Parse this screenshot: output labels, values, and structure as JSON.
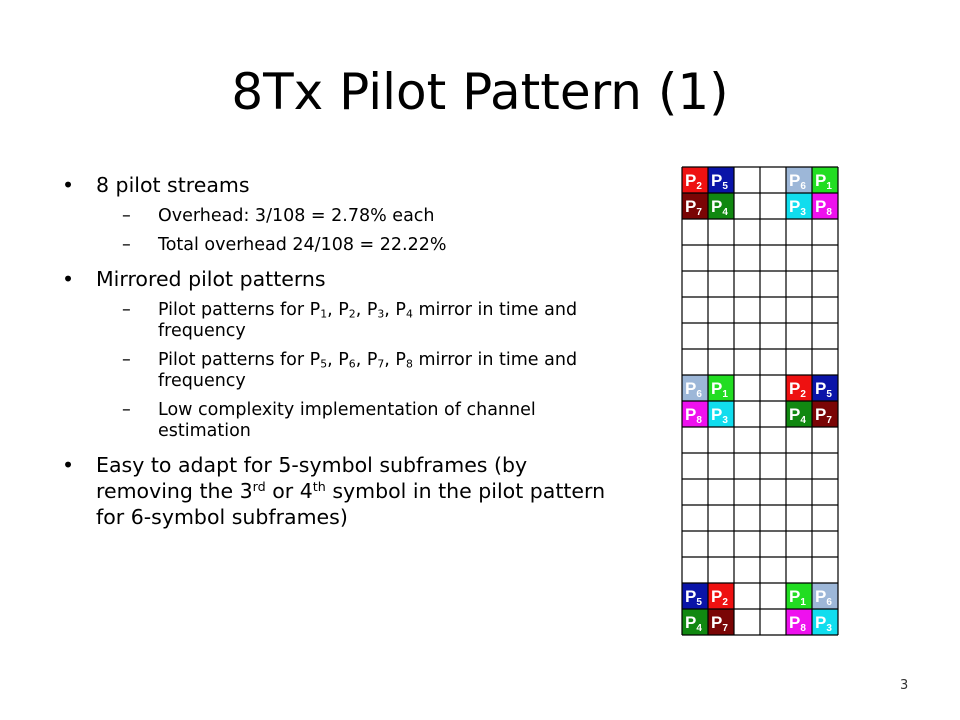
{
  "slide": {
    "title": "8Tx Pilot Pattern (1)",
    "page_number": "3",
    "bullets": [
      {
        "text": "8 pilot streams",
        "sub": [
          "Overhead: 3/108 = 2.78% each",
          "Total overhead 24/108 = 22.22%"
        ]
      },
      {
        "text": "Mirrored pilot patterns",
        "sub": [
          "Pilot patterns for P{1}, P{2}, P{3}, P{4} mirror in time and frequency",
          "Pilot patterns for P{5}, P{6}, P{7}, P{8} mirror in time and frequency",
          "Low complexity implementation of channel estimation"
        ]
      },
      {
        "text": "Easy to adapt for 5-symbol subframes (by removing the 3^{rd} or 4^{th} symbol in the pilot pattern for 6-symbol subframes)",
        "sub": []
      }
    ]
  },
  "pilot_grid": {
    "columns": 6,
    "rows": 18,
    "colors": {
      "P1": "#22dd22",
      "P2": "#ee1111",
      "P3": "#11ddee",
      "P4": "#118811",
      "P5": "#0a14a8",
      "P6": "#9db7d8",
      "P7": "#7a0505",
      "P8": "#ee11ee"
    },
    "cells": [
      {
        "row": 0,
        "col": 0,
        "pilot": "P2",
        "label": "P",
        "sub": "2"
      },
      {
        "row": 0,
        "col": 1,
        "pilot": "P5",
        "label": "P",
        "sub": "5"
      },
      {
        "row": 0,
        "col": 4,
        "pilot": "P6",
        "label": "P",
        "sub": "6"
      },
      {
        "row": 0,
        "col": 5,
        "pilot": "P1",
        "label": "P",
        "sub": "1"
      },
      {
        "row": 1,
        "col": 0,
        "pilot": "P7",
        "label": "P",
        "sub": "7"
      },
      {
        "row": 1,
        "col": 1,
        "pilot": "P4",
        "label": "P",
        "sub": "4"
      },
      {
        "row": 1,
        "col": 4,
        "pilot": "P3",
        "label": "P",
        "sub": "3"
      },
      {
        "row": 1,
        "col": 5,
        "pilot": "P8",
        "label": "P",
        "sub": "8"
      },
      {
        "row": 8,
        "col": 0,
        "pilot": "P6",
        "label": "P",
        "sub": "6"
      },
      {
        "row": 8,
        "col": 1,
        "pilot": "P1",
        "label": "P",
        "sub": "1"
      },
      {
        "row": 8,
        "col": 4,
        "pilot": "P2",
        "label": "P",
        "sub": "2"
      },
      {
        "row": 8,
        "col": 5,
        "pilot": "P5",
        "label": "P",
        "sub": "5"
      },
      {
        "row": 9,
        "col": 0,
        "pilot": "P8",
        "label": "P",
        "sub": "8"
      },
      {
        "row": 9,
        "col": 1,
        "pilot": "P3",
        "label": "P",
        "sub": "3"
      },
      {
        "row": 9,
        "col": 4,
        "pilot": "P4",
        "label": "P",
        "sub": "4"
      },
      {
        "row": 9,
        "col": 5,
        "pilot": "P7",
        "label": "P",
        "sub": "7"
      },
      {
        "row": 16,
        "col": 0,
        "pilot": "P5",
        "label": "P",
        "sub": "5"
      },
      {
        "row": 16,
        "col": 1,
        "pilot": "P2",
        "label": "P",
        "sub": "2"
      },
      {
        "row": 16,
        "col": 4,
        "pilot": "P1",
        "label": "P",
        "sub": "1"
      },
      {
        "row": 16,
        "col": 5,
        "pilot": "P6",
        "label": "P",
        "sub": "6"
      },
      {
        "row": 17,
        "col": 0,
        "pilot": "P4",
        "label": "P",
        "sub": "4"
      },
      {
        "row": 17,
        "col": 1,
        "pilot": "P7",
        "label": "P",
        "sub": "7"
      },
      {
        "row": 17,
        "col": 4,
        "pilot": "P8",
        "label": "P",
        "sub": "8"
      },
      {
        "row": 17,
        "col": 5,
        "pilot": "P3",
        "label": "P",
        "sub": "3"
      }
    ]
  }
}
